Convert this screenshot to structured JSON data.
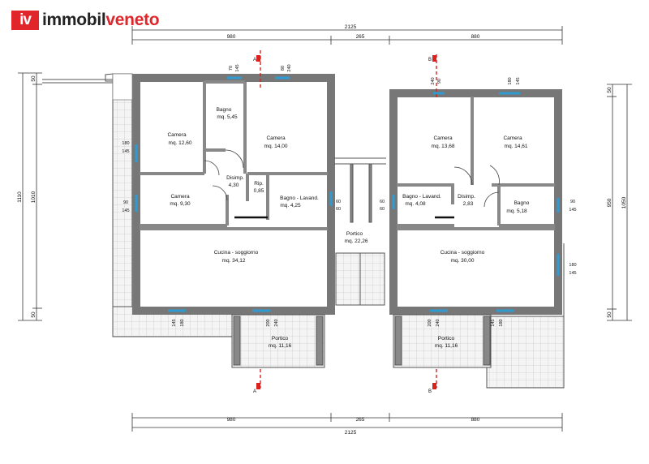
{
  "brand": {
    "logo_mark": "iv",
    "name_part1": "immobil",
    "name_part2": "veneto"
  },
  "colors": {
    "wall": "#8c8c8c",
    "window": "#2f9bd0",
    "section_marker": "#d9221f",
    "logo_red": "#e0262b"
  },
  "rooms": {
    "camera1": {
      "name": "Camera",
      "area": "mq. 12,60"
    },
    "bagno1": {
      "name": "Bagno",
      "area": "mq. 5,45"
    },
    "camera2": {
      "name": "Camera",
      "area": "mq. 14,00"
    },
    "disimp1": {
      "name": "Disimp.",
      "area": "4,30"
    },
    "rip": {
      "name": "Rip.",
      "area": "0,85"
    },
    "bagnolav1": {
      "name": "Bagno - Lavand.",
      "area": "mq. 4,25"
    },
    "camera3": {
      "name": "Camera",
      "area": "mq. 9,30"
    },
    "cucina1": {
      "name": "Cucina - soggiorno",
      "area": "mq. 34,12"
    },
    "portico1": {
      "name": "Portico",
      "area": "mq. 11,16"
    },
    "portico_c": {
      "name": "Portico",
      "area": "mq. 22,26"
    },
    "camera4": {
      "name": "Camera",
      "area": "mq. 13,68"
    },
    "camera5": {
      "name": "Camera",
      "area": "mq. 14,61"
    },
    "bagnolav2": {
      "name": "Bagno - Lavand.",
      "area": "mq. 4,08"
    },
    "disimp2": {
      "name": "Disimp.",
      "area": "2,83"
    },
    "bagno2": {
      "name": "Bagno",
      "area": "mq. 5,18"
    },
    "cucina2": {
      "name": "Cucina - soggiorno",
      "area": "mq. 30,00"
    },
    "portico2": {
      "name": "Portico",
      "area": "mq. 11,16"
    }
  },
  "dimensions": {
    "total_top": "2125",
    "total_bottom": "2125",
    "top_left": "980",
    "top_mid": "265",
    "top_right": "880",
    "bot_left": "980",
    "bot_mid": "265",
    "bot_right": "880",
    "left_total": "1110",
    "left_inner": "1010",
    "left_top": "50",
    "left_bot": "50",
    "right_total": "1050",
    "right_inner": "950",
    "right_top": "50",
    "right_bot": "50",
    "win_w1": "70",
    "win_h1": "145",
    "win_w2": "80",
    "win_h2": "240",
    "win_w3": "240",
    "win_h3": "90",
    "win_w4": "180",
    "win_h4": "145",
    "win_l1a": "180",
    "win_l1b": "145",
    "win_l2a": "90",
    "win_l2b": "145",
    "win_r1a": "90",
    "win_r1b": "145",
    "win_r2a": "180",
    "win_r2b": "145",
    "mid_a1": "60",
    "mid_a2": "60",
    "mid_b1": "60",
    "mid_b2": "60",
    "win_p1a": "145",
    "win_p1b": "180",
    "win_p2a": "200",
    "win_p2b": "240",
    "win_p3a": "200",
    "win_p3b": "240",
    "win_p4a": "145",
    "win_p4b": "180"
  },
  "section_marks": {
    "a": "A",
    "b": "B"
  }
}
